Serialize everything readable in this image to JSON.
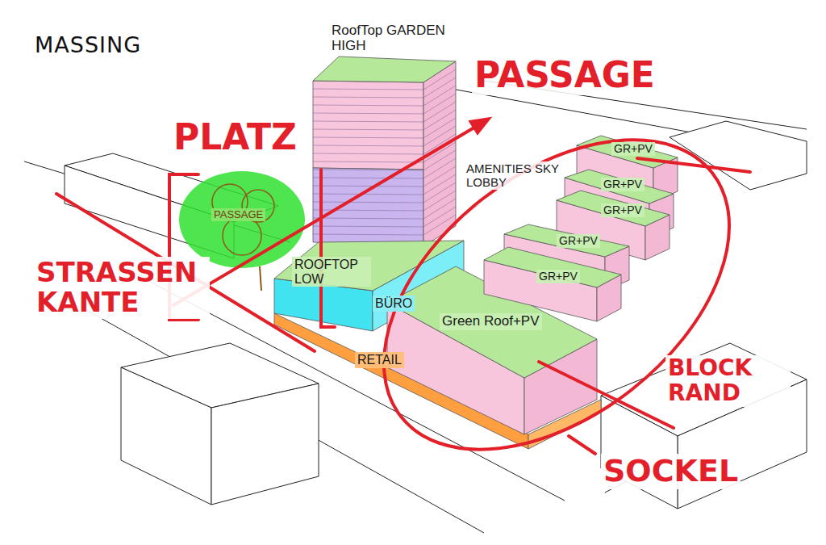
{
  "diagram": {
    "title": "MASSING",
    "labels": [
      "RoofTop GARDEN HIGH",
      "PASSAGE",
      "PLATZ",
      "AMENITIES SKY LOBBY",
      "PASSAGE",
      "ROOFTOP LOW",
      "BÜRO",
      "STRASSEN KANTE",
      "RETAIL",
      "Green Roof+PV",
      "GR+PV",
      "GR+PV",
      "GR+PV",
      "GR+PV",
      "GR+PV",
      "BLOCK RAND",
      "SOCKEL"
    ]
  }
}
